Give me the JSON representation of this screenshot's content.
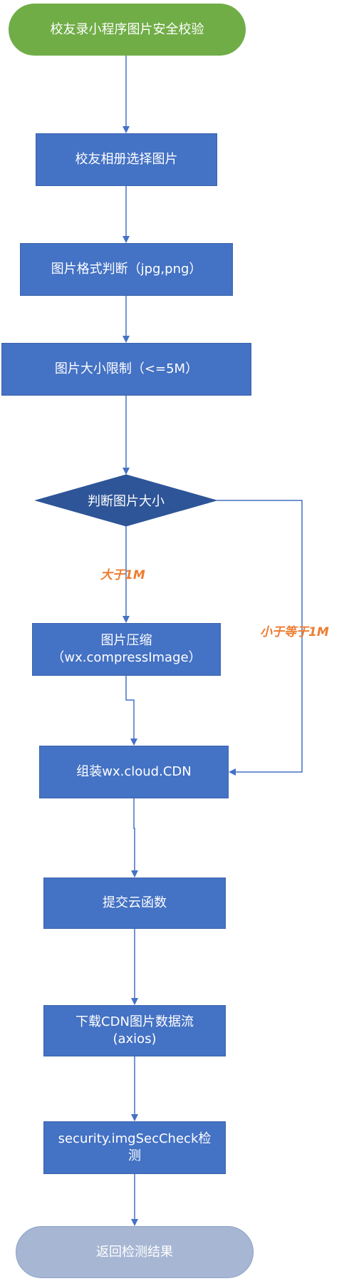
{
  "flow": {
    "start": "校友录小程序图片安全校验",
    "step_select": "校友相册选择图片",
    "step_format": "图片格式判断（jpg,png）",
    "step_limit": "图片大小限制（<=5M）",
    "decision": "判断图片大小",
    "step_compress_line1": "图片压缩",
    "step_compress_line2": "（wx.compressImage）",
    "step_assemble": "组装wx.cloud.CDN",
    "step_submit": "提交云函数",
    "step_download_line1": "下载CDN图片数据流",
    "step_download_line2": "(axios)",
    "step_check_line1": "security.imgSecCheck检",
    "step_check_line2": "测",
    "end": "返回检测结果"
  },
  "edges": {
    "large_label": "大于1M",
    "small_label": "小于等于1M"
  },
  "colors": {
    "process_fill": "#4472c4",
    "start_fill": "#70ad47",
    "end_fill": "#a6b6d3",
    "connector": "#4472c4",
    "edge_label": "#ed7d31"
  }
}
